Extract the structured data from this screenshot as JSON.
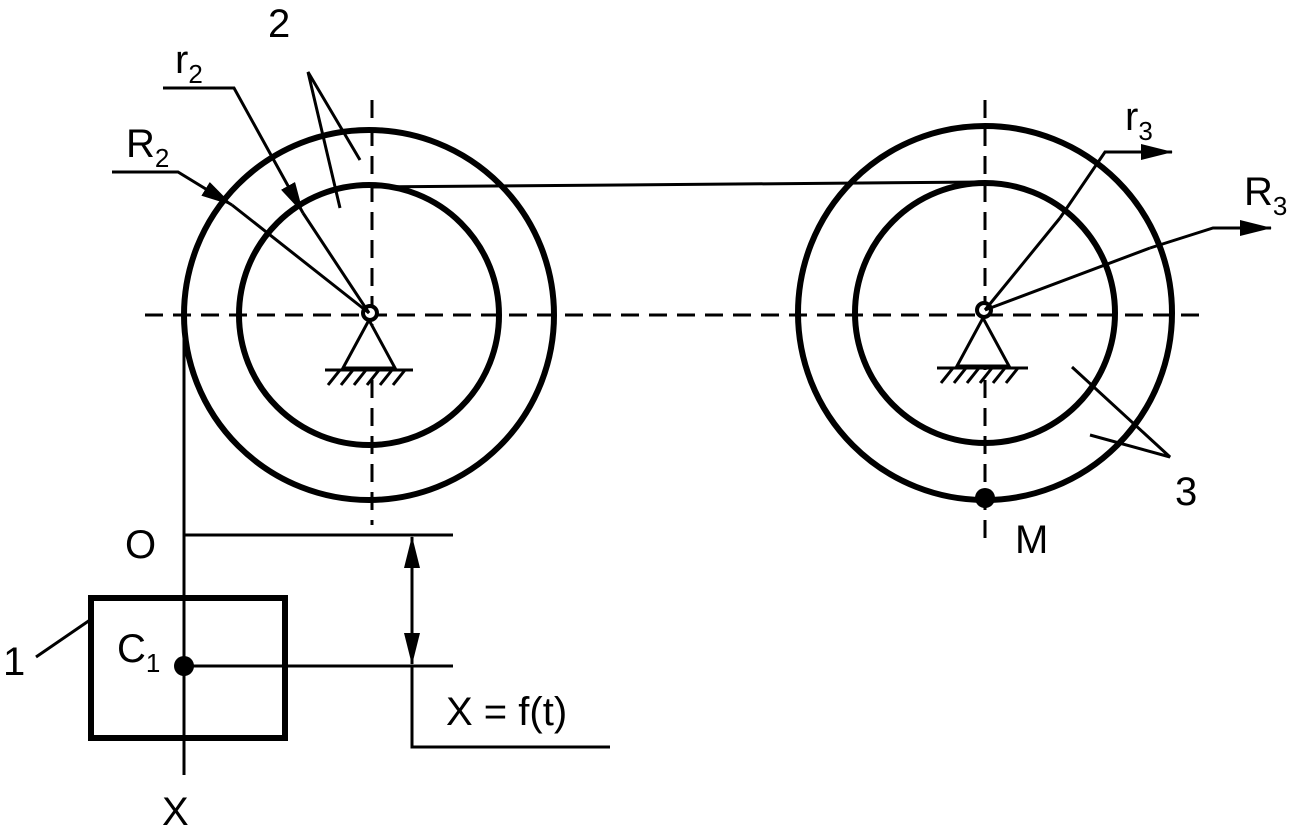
{
  "labels": {
    "pulley2_number": "2",
    "pulley3_number": "3",
    "body1_number": "1",
    "r2_main": "r",
    "r2_sub": "2",
    "R2_main": "R",
    "R2_sub": "2",
    "r3_main": "r",
    "r3_sub": "3",
    "R3_main": "R",
    "R3_sub": "3",
    "C1_main": "C",
    "C1_sub": "1",
    "origin": "O",
    "axis_x": "X",
    "point_M": "M",
    "law_of_motion": "X = f(t)"
  },
  "colors": {
    "ink": "#000000",
    "background": "#ffffff"
  }
}
